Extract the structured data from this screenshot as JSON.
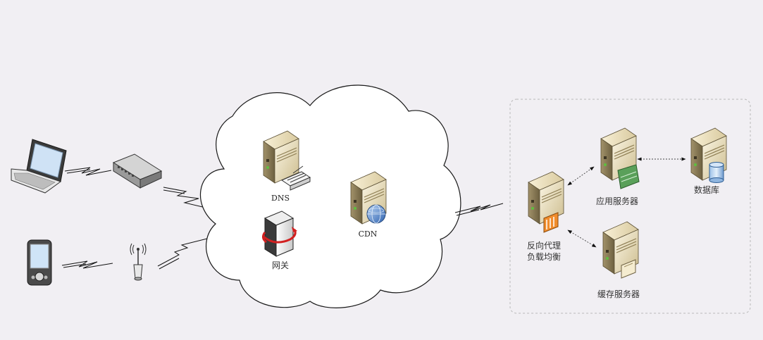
{
  "nodes": {
    "dns": {
      "label": "DNS"
    },
    "gateway": {
      "label": "网关"
    },
    "cdn": {
      "label": "CDN"
    },
    "reverse_proxy": {
      "label_line1": "反向代理",
      "label_line2": "负载均衡"
    },
    "app_server": {
      "label": "应用服务器"
    },
    "database": {
      "label": "数据库"
    },
    "cache_server": {
      "label": "缓存服务器"
    }
  },
  "colors": {
    "background": "#f1eff3",
    "cloud_fill": "#ffffff",
    "server_body": "#e6d9b3",
    "server_side": "#8f7f55",
    "accent_orange": "#f08c2c",
    "accent_green": "#5aa05a",
    "accent_blue": "#3a6fb8",
    "accent_red": "#d22020"
  }
}
